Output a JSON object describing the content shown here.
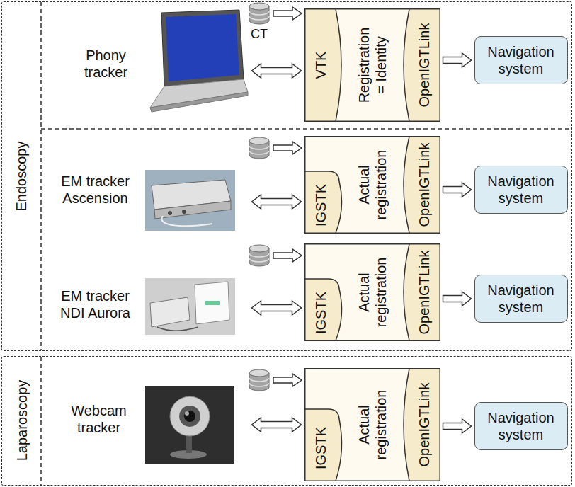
{
  "diagram": {
    "nodes": [
      {
        "text": [
          "Endoscopy"
        ]
      },
      {
        "text": [
          "Phony tracker"
        ],
        "in": 0
      },
      {
        "text": [
          "VTK",
          "Registration = Identity",
          "OpenIGTLink"
        ],
        "in": 0
      },
      {
        "text": [
          "Navigation system"
        ],
        "in": 0
      },
      {
        "text": [
          "EM tracker Ascension"
        ],
        "in": 0
      },
      {
        "text": [
          "IGSTK",
          "Actual registration",
          "OpenIGTLink"
        ],
        "in": 0
      },
      {
        "text": [
          "Navigation system"
        ],
        "in": 0
      },
      {
        "text": [
          "EM tracker NDI Aurora"
        ],
        "in": 0
      },
      {
        "text": [
          "IGSTK",
          "Actual registration",
          "OpenIGTLink"
        ],
        "in": 0
      },
      {
        "text": [
          "Navigation system"
        ],
        "in": 0
      },
      {
        "text": [
          "Laparoscopy"
        ]
      },
      {
        "text": [
          "Webcam tracker"
        ],
        "in": 10
      },
      {
        "text": [
          "IGSTK",
          "Actual registration",
          "OpenIGTLink"
        ],
        "in": 10
      },
      {
        "text": [
          "Navigation system"
        ],
        "in": 10
      }
    ],
    "edges": [
      {
        "from": 1,
        "to": 2,
        "arrow": "both"
      },
      {
        "from": 2,
        "to": 3,
        "arrow": "to"
      },
      {
        "from": 4,
        "to": 5,
        "arrow": "both"
      },
      {
        "from": 5,
        "to": 6,
        "arrow": "to"
      },
      {
        "from": 7,
        "to": 8,
        "arrow": "both"
      },
      {
        "from": 8,
        "to": 9,
        "arrow": "to"
      },
      {
        "from": 11,
        "to": 12,
        "arrow": "both"
      },
      {
        "from": 12,
        "to": 13,
        "arrow": "to"
      }
    ],
    "labels": [
      "CT"
    ]
  }
}
